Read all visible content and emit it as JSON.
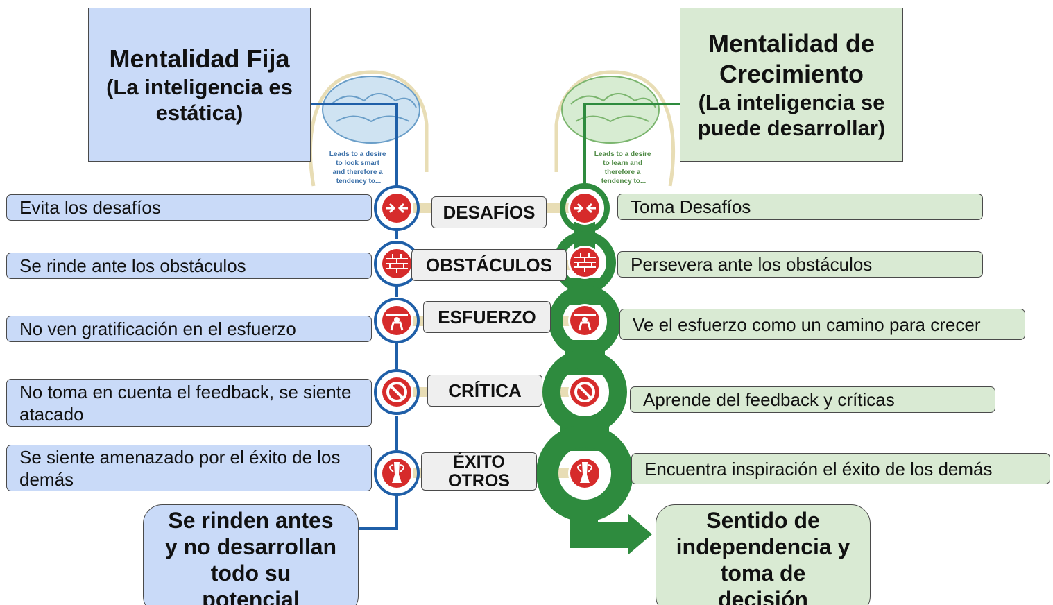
{
  "fixed": {
    "title": "Mentalidad Fija",
    "subtitle": "(La inteligencia es estática)",
    "brain_caption": [
      "Leads to a desire",
      "to look smart",
      "and therefore a",
      "tendency to..."
    ],
    "outcome": "Se rinden antes y no desarrollan todo su potencial",
    "color": "#1f5fa8",
    "rows": [
      "Evita los desafíos",
      "Se rinde ante los obstáculos",
      "No ven gratificación en el esfuerzo",
      "No toma en cuenta el feedback, se siente atacado",
      "Se siente amenazado por el éxito de los demás"
    ]
  },
  "growth": {
    "title": "Mentalidad de Crecimiento",
    "subtitle": "(La inteligencia se puede desarrollar)",
    "brain_caption": [
      "Leads to a desire",
      "to learn and",
      "therefore a",
      "tendency to..."
    ],
    "outcome": "Sentido de independencia y toma de decisión",
    "color": "#2e8b3e",
    "rows": [
      "Toma Desafíos",
      "Persevera ante los obstáculos",
      "Ve el esfuerzo como un camino para crecer",
      "Aprende del feedback y críticas",
      "Encuentra inspiración el éxito de los demás"
    ]
  },
  "categories": [
    "DESAFÍOS",
    "OBSTÁCULOS",
    "ESFUERZO",
    "CRÍTICA",
    "ÉXITO OTROS"
  ],
  "icons": [
    "arrows-inward-icon",
    "brick-wall-icon",
    "weightlifter-icon",
    "prohibited-icon",
    "trophy-icon"
  ],
  "colors": {
    "icon_red": "#d62b2b",
    "connector": "#e8ddb5",
    "fixed_box": "#c9daf8",
    "growth_box": "#d9ead3"
  }
}
